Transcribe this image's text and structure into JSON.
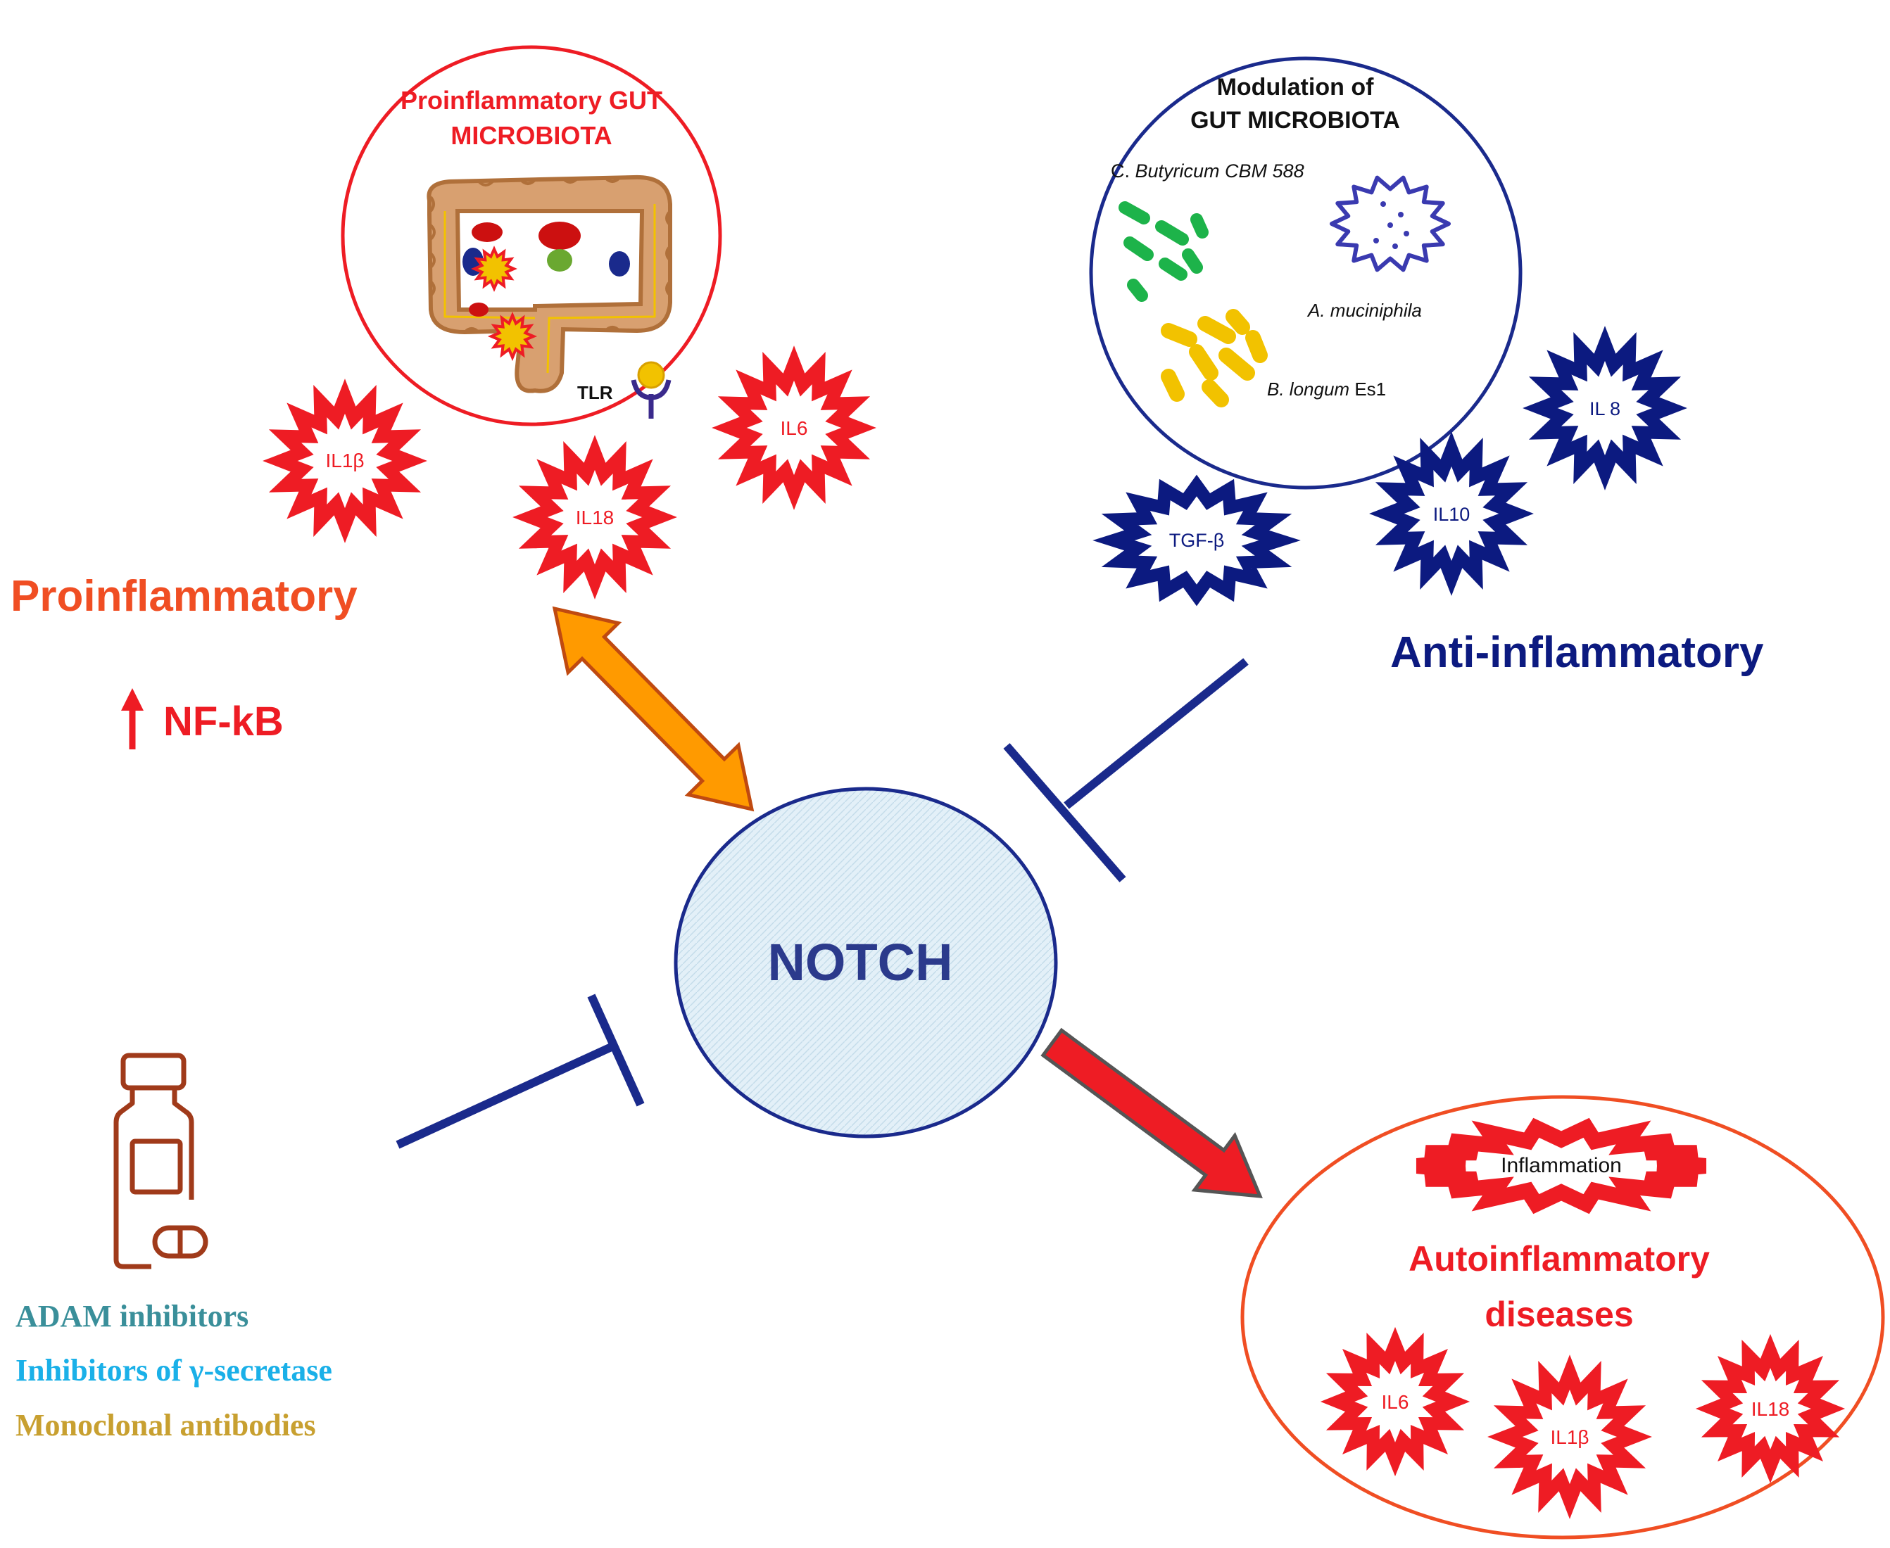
{
  "colors": {
    "red": "#ee1c24",
    "orange_red": "#f04e23",
    "navy": "#1a2a8c",
    "dark_blue": "#0c1a80",
    "notch_fill": "#dfeef6",
    "notch_text": "#2b3a8c",
    "green": "#1db34a",
    "yellow": "#f2c200",
    "orange": "#ff9a00",
    "teal": "#3a8f9a",
    "cyan": "#1ab0e8",
    "gold": "#c8a030",
    "brown": "#a03a1a"
  },
  "proinflammatory_panel": {
    "title_line1": "Proinflammatory  GUT",
    "title_line2": "MICROBIOTA",
    "tlr_label": "TLR",
    "cytokines": [
      "IL1β",
      "IL18",
      "IL6"
    ]
  },
  "proinflammatory_label": "Proinflammatory",
  "nfkb_label": "NF-kB",
  "modulation_panel": {
    "title_line1": "Modulation  of",
    "title_line2": "GUT MICROBIOTA",
    "bacteria": {
      "butyricum_prefix": "C.",
      "butyricum_name": "Butyricum  CBM 588",
      "muciniphila": "A.  muciniphila",
      "longum_name": "B. longum",
      "longum_suffix": "Es1"
    },
    "cytokines": [
      "IL 8",
      "TGF-β",
      "IL10"
    ]
  },
  "anti_inflammatory_label": "Anti-inflammatory",
  "center_label": "NOTCH",
  "autoinflammatory_panel": {
    "inflammation_label": "Inflammation",
    "title_line1": "Autoinflammatory",
    "title_line2": "diseases",
    "cytokines": [
      "IL6",
      "IL1β",
      "IL18"
    ]
  },
  "inhibitors": [
    "ADAM inhibitors",
    "Inhibitors of γ-secretase",
    "Monoclonal antibodies"
  ]
}
